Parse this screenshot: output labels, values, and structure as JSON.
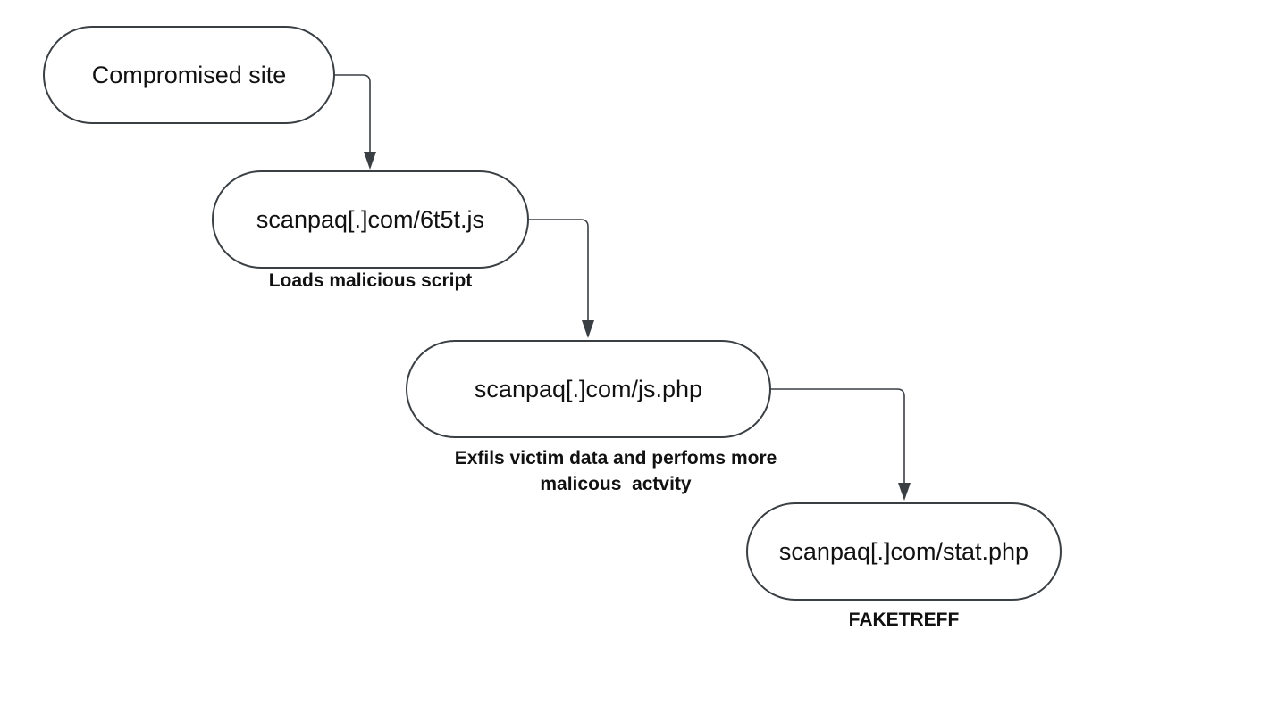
{
  "nodes": [
    {
      "label": "Compromised site"
    },
    {
      "label": "scanpaq[.]com/6t5t.js",
      "caption": "Loads malicious script"
    },
    {
      "label": "scanpaq[.]com/js.php",
      "caption_line1": "Exfils victim data and perfoms more",
      "caption_line2": "malicous  actvity"
    },
    {
      "label": "scanpaq[.]com/stat.php",
      "caption": "FAKETREFF"
    }
  ],
  "colors": {
    "line": "#3a3f44",
    "text": "#111111",
    "background": "#ffffff"
  }
}
